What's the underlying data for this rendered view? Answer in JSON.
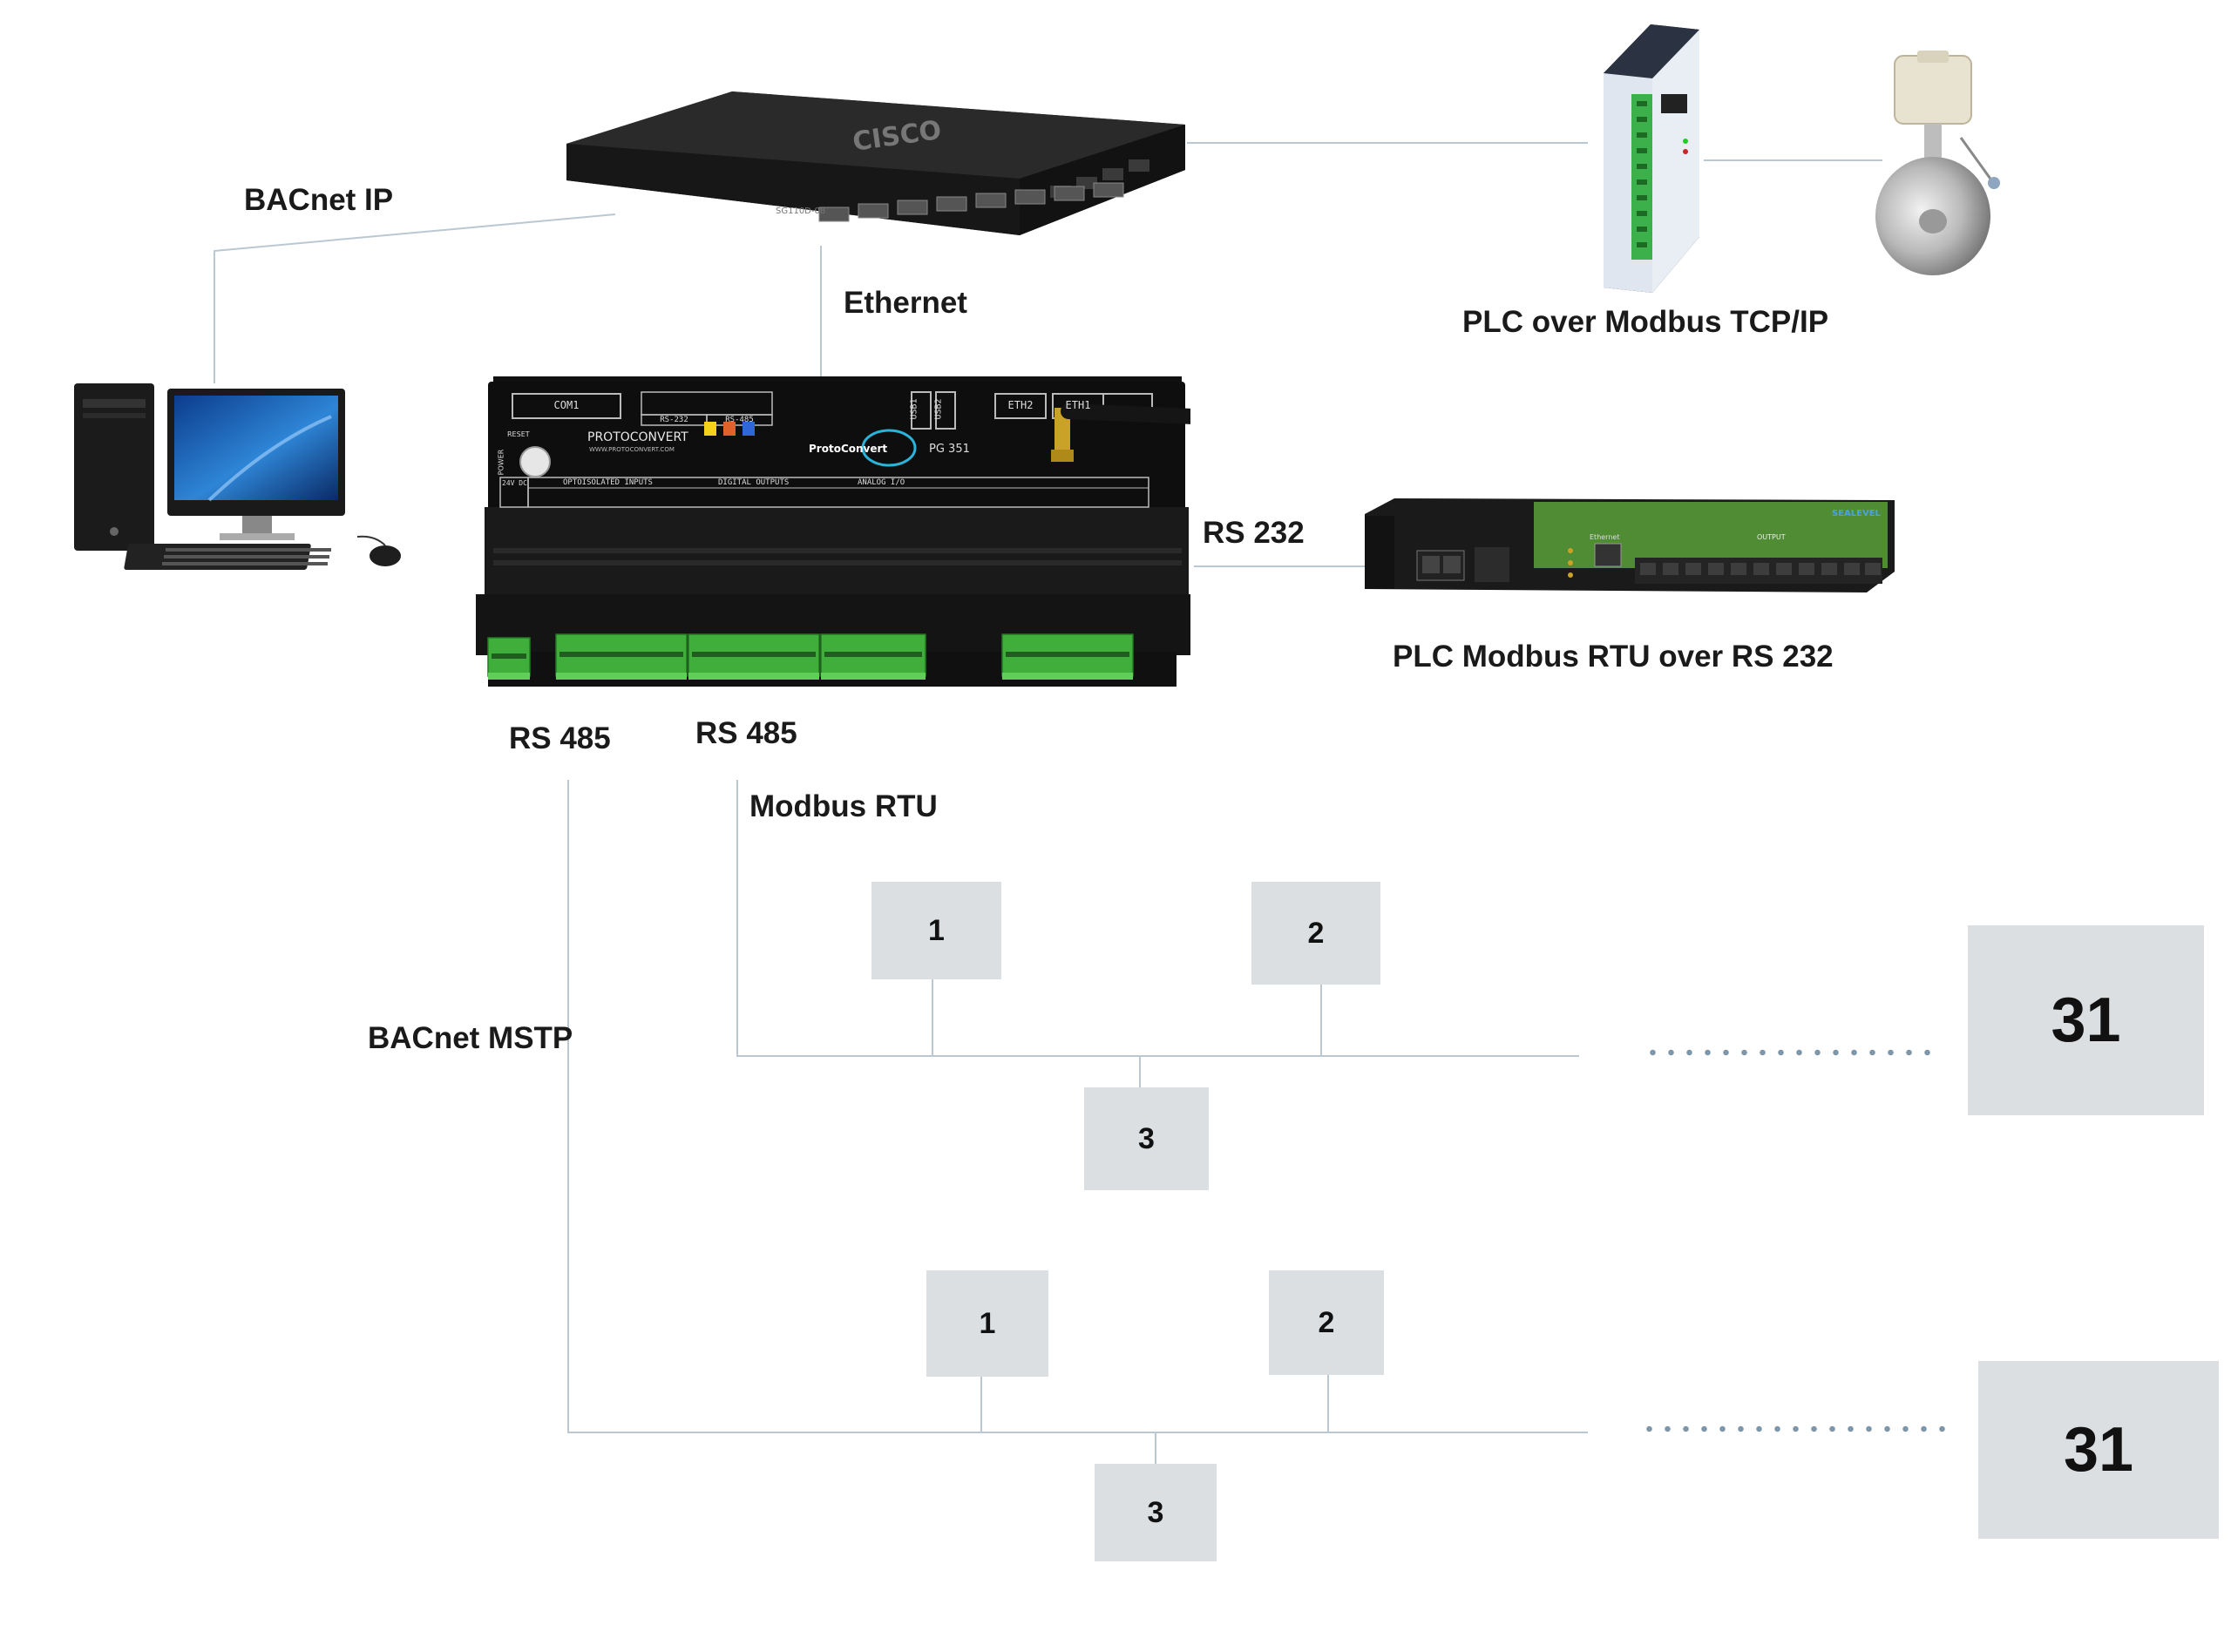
{
  "labels": {
    "bacnet_ip": "BACnet IP",
    "ethernet": "Ethernet",
    "plc_modbus_tcp": "PLC over Modbus TCP/IP",
    "rs232": "RS 232",
    "plc_modbus_rtu_rs232": "PLC Modbus RTU over RS 232",
    "rs485_left": "RS 485",
    "rs485_right": "RS 485",
    "modbus_rtu": "Modbus RTU",
    "bacnet_mstp": "BACnet MSTP"
  },
  "modbus_rtu_bus": {
    "nodes": [
      "1",
      "2",
      "3"
    ],
    "last_node": "31"
  },
  "bacnet_mstp_bus": {
    "nodes": [
      "1",
      "2",
      "3"
    ],
    "last_node": "31"
  },
  "devices": {
    "switch": {
      "brand": "CISCO",
      "model": "SG110D-08"
    },
    "gateway": {
      "port_com": "COM1",
      "port_eth2": "ETH2",
      "port_eth1": "ETH1",
      "port_usb1": "USB1",
      "port_usb2": "USB2",
      "brand": "PROTOCONVERT",
      "website": "WWW.PROTOCONVERT.COM",
      "logo": "ProtoConvert",
      "model": "PG 351",
      "reset": "RESET",
      "power": "POWER",
      "supply": "24V DC",
      "section_inputs": "OPTOISOLATED INPUTS",
      "section_outputs": "DIGITAL OUTPUTS",
      "section_analog": "ANALOG I/O",
      "section_rs232": "RS-232",
      "section_rs485": "RS-485"
    },
    "rtu_module": {
      "brand": "SEALEVEL",
      "ethernet": "Ethernet",
      "output": "OUTPUT"
    }
  },
  "colors": {
    "wire": "#b9c8d3",
    "node_fill": "#dcdfe1",
    "dots": "#7e96aa",
    "terminal_green": "#3fae3a"
  }
}
